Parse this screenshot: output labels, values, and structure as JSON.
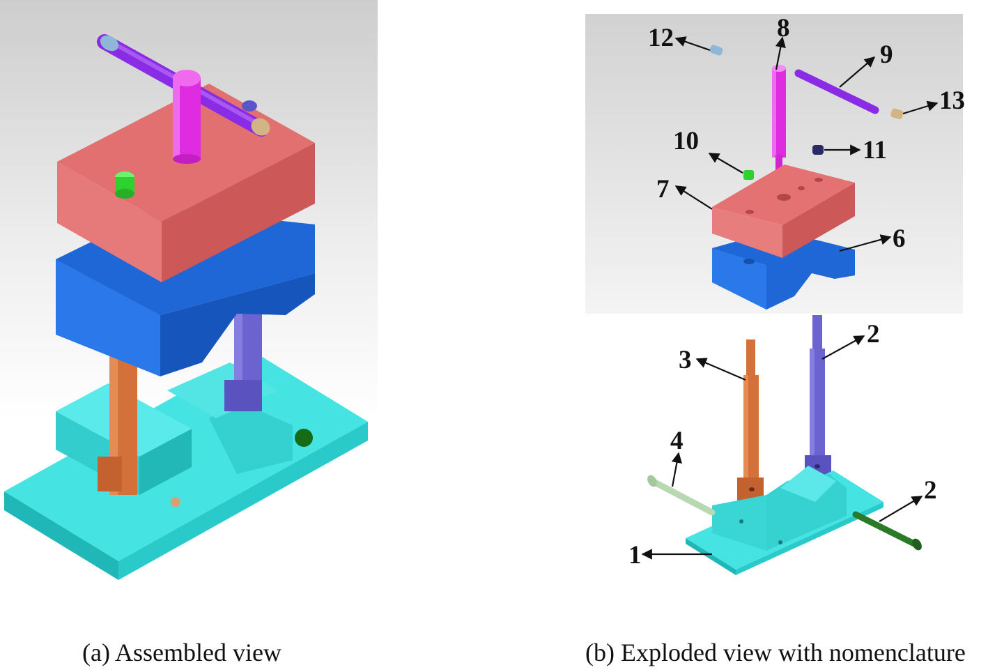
{
  "captions": {
    "assembled": "(a) Assembled view",
    "exploded": "(b) Exploded view with nomenclature"
  },
  "callouts": [
    "12",
    "8",
    "9",
    "13",
    "10",
    "11",
    "7",
    "6",
    "2",
    "3",
    "4",
    "2",
    "1"
  ],
  "colors": {
    "base": "#46e3e3",
    "left_post": "#d4703a",
    "right_post": "#6a63d0",
    "lower_block": "#1f66d6",
    "upper_block": "#e06e6e",
    "t_pin": "#e02ce0",
    "handle": "#8a2ce6",
    "handle_cap": "#8fb8d8",
    "knob": "#d3b484",
    "green_pin": "#2fd12f",
    "dark_pin": "#2a2a66",
    "long_pin_4": "#b7d8b0",
    "long_pin_2": "#2a7a2a"
  }
}
